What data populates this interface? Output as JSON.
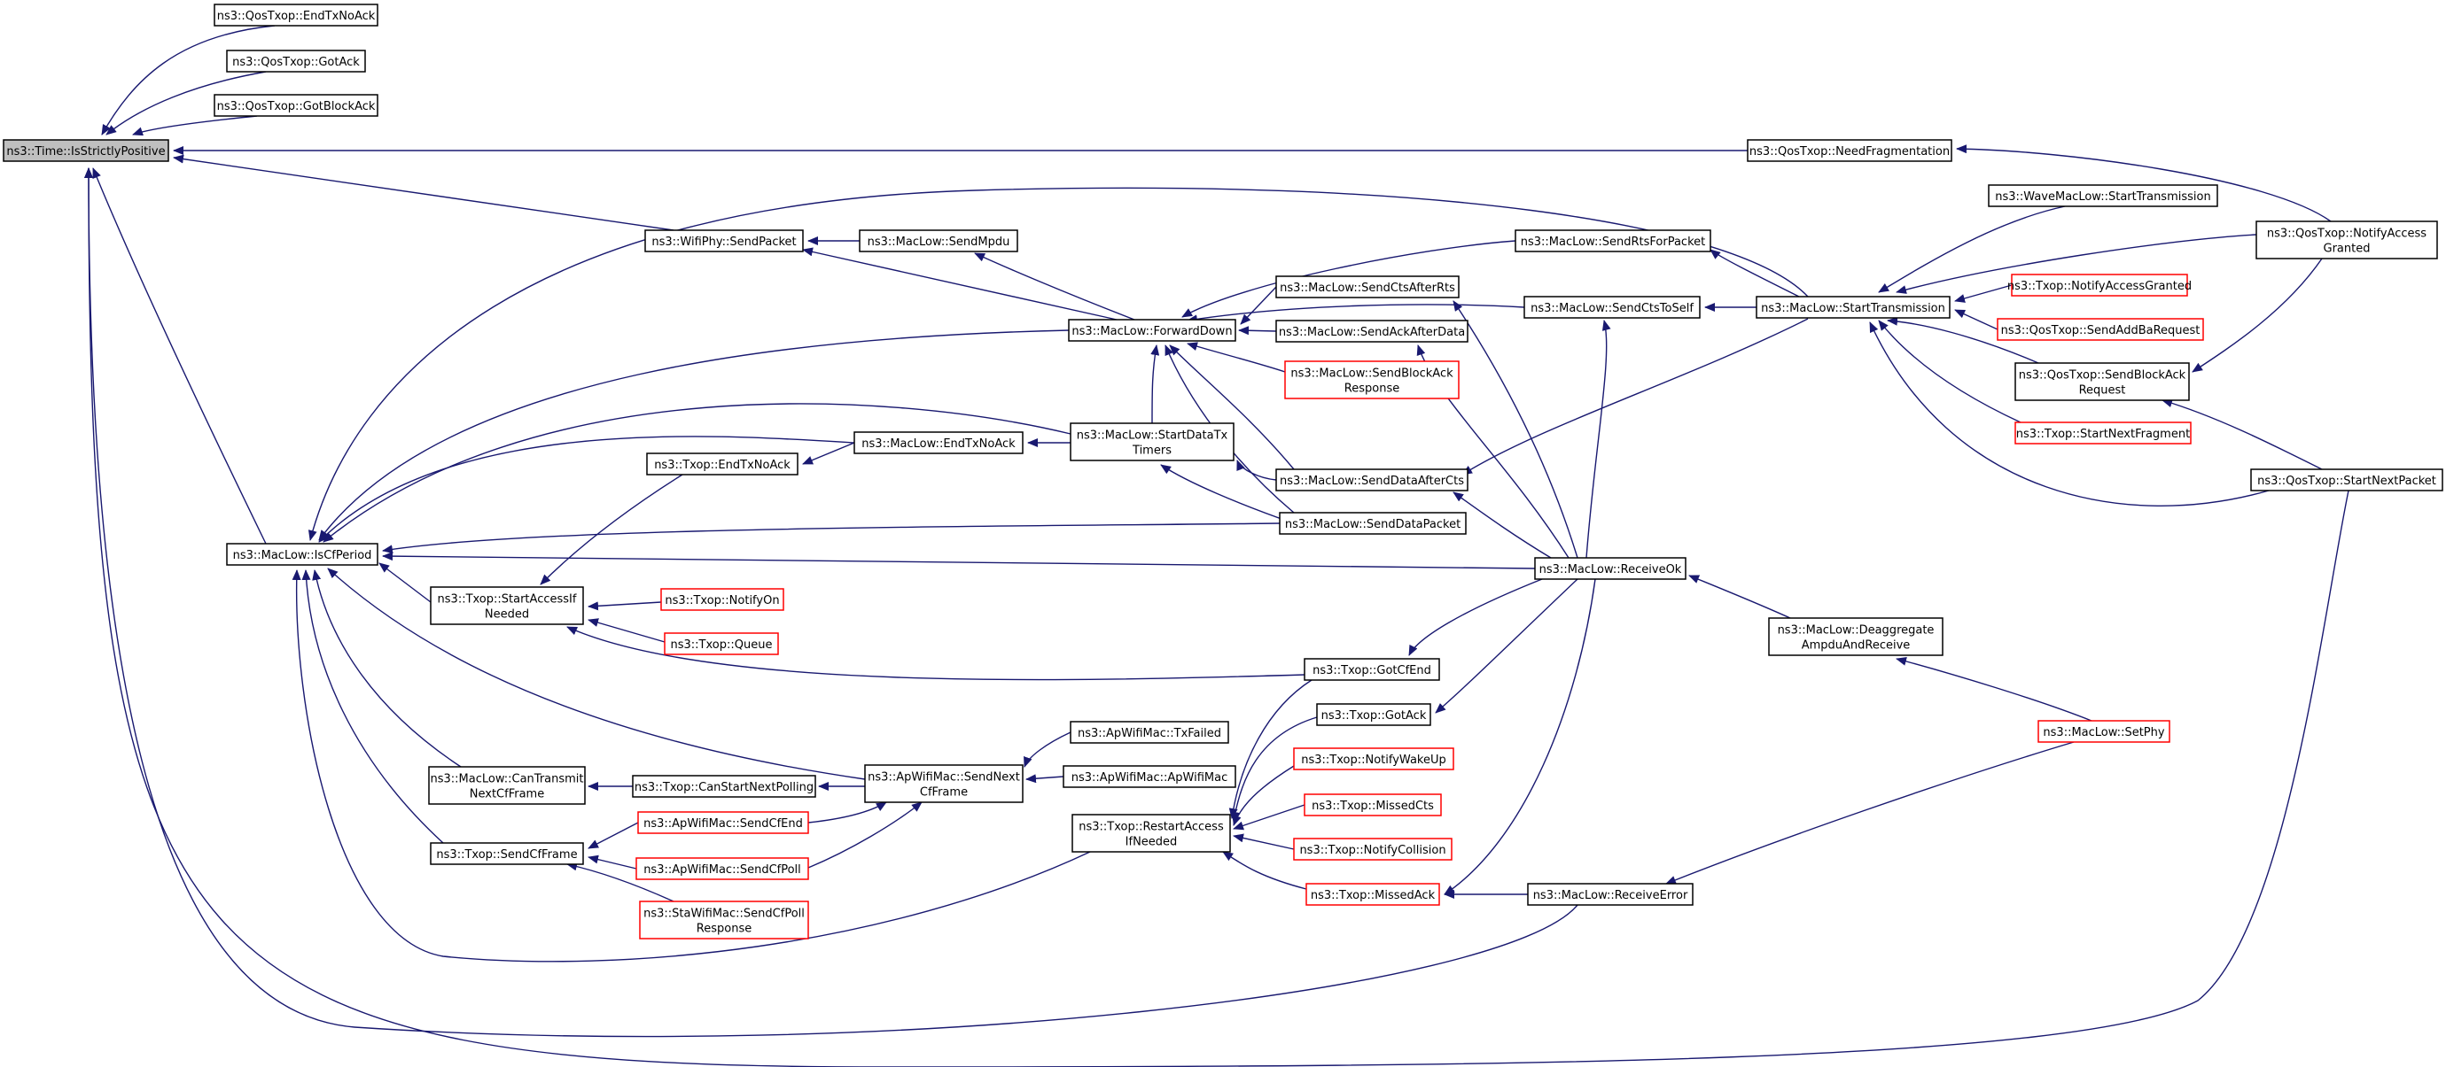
{
  "graph": {
    "kind": "doxygen-caller-graph",
    "root": "n0",
    "colors": {
      "edge": "#191970",
      "root_fill": "#bfbfbf",
      "documented_border": "#000000",
      "truncated_border": "#ff0000",
      "background": "#ffffff"
    },
    "nodes": [
      {
        "id": "n0",
        "lines": [
          "ns3::Time::IsStrictlyPositive"
        ],
        "root": true
      },
      {
        "id": "n1",
        "lines": [
          "ns3::QosTxop::EndTxNoAck"
        ]
      },
      {
        "id": "n2",
        "lines": [
          "ns3::QosTxop::GotAck"
        ]
      },
      {
        "id": "n3",
        "lines": [
          "ns3::QosTxop::GotBlockAck"
        ]
      },
      {
        "id": "n4",
        "lines": [
          "ns3::QosTxop::NeedFragmentation"
        ]
      },
      {
        "id": "n5",
        "lines": [
          "ns3::QosTxop::NotifyAccess",
          "Granted"
        ]
      },
      {
        "id": "n6",
        "lines": [
          "ns3::WaveMacLow::StartTransmission"
        ]
      },
      {
        "id": "n7",
        "lines": [
          "ns3::WifiPhy::SendPacket"
        ]
      },
      {
        "id": "n8",
        "lines": [
          "ns3::MacLow::SendMpdu"
        ]
      },
      {
        "id": "n9",
        "lines": [
          "ns3::MacLow::SendRtsForPacket"
        ]
      },
      {
        "id": "n10",
        "lines": [
          "ns3::MacLow::ForwardDown"
        ]
      },
      {
        "id": "n11",
        "lines": [
          "ns3::MacLow::SendCtsAfterRts"
        ]
      },
      {
        "id": "n12",
        "lines": [
          "ns3::MacLow::SendCtsToSelf"
        ]
      },
      {
        "id": "n13",
        "lines": [
          "ns3::MacLow::StartTransmission"
        ]
      },
      {
        "id": "n14",
        "lines": [
          "ns3::Txop::NotifyAccessGranted"
        ],
        "truncated": true
      },
      {
        "id": "n15",
        "lines": [
          "ns3::QosTxop::SendAddBaRequest"
        ],
        "truncated": true
      },
      {
        "id": "n16",
        "lines": [
          "ns3::MacLow::SendAckAfterData"
        ]
      },
      {
        "id": "n17",
        "lines": [
          "ns3::QosTxop::SendBlockAck",
          "Request"
        ]
      },
      {
        "id": "n18",
        "lines": [
          "ns3::MacLow::SendBlockAck",
          "Response"
        ],
        "truncated": true
      },
      {
        "id": "n19",
        "lines": [
          "ns3::Txop::StartNextFragment"
        ],
        "truncated": true
      },
      {
        "id": "n20",
        "lines": [
          "ns3::MacLow::EndTxNoAck"
        ]
      },
      {
        "id": "n21",
        "lines": [
          "ns3::MacLow::StartDataTx",
          "Timers"
        ]
      },
      {
        "id": "n22",
        "lines": [
          "ns3::Txop::EndTxNoAck"
        ]
      },
      {
        "id": "n23",
        "lines": [
          "ns3::MacLow::SendDataAfterCts"
        ]
      },
      {
        "id": "n24",
        "lines": [
          "ns3::QosTxop::StartNextPacket"
        ]
      },
      {
        "id": "n25",
        "lines": [
          "ns3::MacLow::SendDataPacket"
        ]
      },
      {
        "id": "n26",
        "lines": [
          "ns3::MacLow::IsCfPeriod"
        ]
      },
      {
        "id": "n27",
        "lines": [
          "ns3::MacLow::ReceiveOk"
        ]
      },
      {
        "id": "n28",
        "lines": [
          "ns3::Txop::StartAccessIf",
          "Needed"
        ]
      },
      {
        "id": "n29",
        "lines": [
          "ns3::Txop::NotifyOn"
        ],
        "truncated": true
      },
      {
        "id": "n30",
        "lines": [
          "ns3::MacLow::Deaggregate",
          "AmpduAndReceive"
        ]
      },
      {
        "id": "n31",
        "lines": [
          "ns3::Txop::Queue"
        ],
        "truncated": true
      },
      {
        "id": "n32",
        "lines": [
          "ns3::Txop::GotCfEnd"
        ]
      },
      {
        "id": "n33",
        "lines": [
          "ns3::Txop::GotAck"
        ]
      },
      {
        "id": "n34",
        "lines": [
          "ns3::ApWifiMac::TxFailed"
        ]
      },
      {
        "id": "n35",
        "lines": [
          "ns3::MacLow::SetPhy"
        ],
        "truncated": true
      },
      {
        "id": "n36",
        "lines": [
          "ns3::Txop::NotifyWakeUp"
        ],
        "truncated": true
      },
      {
        "id": "n37",
        "lines": [
          "ns3::MacLow::CanTransmit",
          "NextCfFrame"
        ]
      },
      {
        "id": "n38",
        "lines": [
          "ns3::Txop::CanStartNextPolling"
        ]
      },
      {
        "id": "n39",
        "lines": [
          "ns3::ApWifiMac::SendNext",
          "CfFrame"
        ]
      },
      {
        "id": "n40",
        "lines": [
          "ns3::ApWifiMac::ApWifiMac"
        ]
      },
      {
        "id": "n41",
        "lines": [
          "ns3::ApWifiMac::SendCfEnd"
        ],
        "truncated": true
      },
      {
        "id": "n42",
        "lines": [
          "ns3::Txop::MissedCts"
        ],
        "truncated": true
      },
      {
        "id": "n43",
        "lines": [
          "ns3::Txop::RestartAccess",
          "IfNeeded"
        ]
      },
      {
        "id": "n44",
        "lines": [
          "ns3::Txop::SendCfFrame"
        ]
      },
      {
        "id": "n45",
        "lines": [
          "ns3::ApWifiMac::SendCfPoll"
        ],
        "truncated": true
      },
      {
        "id": "n46",
        "lines": [
          "ns3::Txop::NotifyCollision"
        ],
        "truncated": true
      },
      {
        "id": "n47",
        "lines": [
          "ns3::Txop::MissedAck"
        ],
        "truncated": true
      },
      {
        "id": "n48",
        "lines": [
          "ns3::MacLow::ReceiveError"
        ]
      },
      {
        "id": "n49",
        "lines": [
          "ns3::StaWifiMac::SendCfPoll",
          "Response"
        ],
        "truncated": true
      }
    ],
    "edges": [
      [
        "n1",
        "n0"
      ],
      [
        "n2",
        "n0"
      ],
      [
        "n3",
        "n0"
      ],
      [
        "n4",
        "n0"
      ],
      [
        "n7",
        "n0"
      ],
      [
        "n26",
        "n0"
      ],
      [
        "n48",
        "n0"
      ],
      [
        "n24",
        "n0"
      ],
      [
        "n5",
        "n4"
      ],
      [
        "n8",
        "n7"
      ],
      [
        "n10",
        "n7"
      ],
      [
        "n10",
        "n8"
      ],
      [
        "n9",
        "n10"
      ],
      [
        "n12",
        "n10"
      ],
      [
        "n11",
        "n10"
      ],
      [
        "n16",
        "n10"
      ],
      [
        "n18",
        "n10"
      ],
      [
        "n21",
        "n10"
      ],
      [
        "n23",
        "n10"
      ],
      [
        "n25",
        "n10"
      ],
      [
        "n13",
        "n9"
      ],
      [
        "n13",
        "n12"
      ],
      [
        "n6",
        "n13"
      ],
      [
        "n5",
        "n13"
      ],
      [
        "n14",
        "n13"
      ],
      [
        "n15",
        "n13"
      ],
      [
        "n17",
        "n13"
      ],
      [
        "n19",
        "n13"
      ],
      [
        "n24",
        "n13"
      ],
      [
        "n5",
        "n17"
      ],
      [
        "n24",
        "n17"
      ],
      [
        "n21",
        "n20"
      ],
      [
        "n20",
        "n22"
      ],
      [
        "n23",
        "n21"
      ],
      [
        "n25",
        "n21"
      ],
      [
        "n13",
        "n26"
      ],
      [
        "n10",
        "n26"
      ],
      [
        "n20",
        "n26"
      ],
      [
        "n21",
        "n26"
      ],
      [
        "n25",
        "n26"
      ],
      [
        "n27",
        "n26"
      ],
      [
        "n28",
        "n26"
      ],
      [
        "n39",
        "n26"
      ],
      [
        "n37",
        "n26"
      ],
      [
        "n44",
        "n26"
      ],
      [
        "n43",
        "n26"
      ],
      [
        "n22",
        "n28"
      ],
      [
        "n29",
        "n28"
      ],
      [
        "n31",
        "n28"
      ],
      [
        "n32",
        "n28"
      ],
      [
        "n13",
        "n23"
      ],
      [
        "n27",
        "n11"
      ],
      [
        "n27",
        "n12"
      ],
      [
        "n27",
        "n16"
      ],
      [
        "n27",
        "n23"
      ],
      [
        "n27",
        "n32"
      ],
      [
        "n27",
        "n33"
      ],
      [
        "n27",
        "n47"
      ],
      [
        "n30",
        "n27"
      ],
      [
        "n35",
        "n30"
      ],
      [
        "n35",
        "n48"
      ],
      [
        "n48",
        "n47"
      ],
      [
        "n32",
        "n43"
      ],
      [
        "n33",
        "n43"
      ],
      [
        "n36",
        "n43"
      ],
      [
        "n42",
        "n43"
      ],
      [
        "n46",
        "n43"
      ],
      [
        "n47",
        "n43"
      ],
      [
        "n38",
        "n37"
      ],
      [
        "n39",
        "n38"
      ],
      [
        "n34",
        "n39"
      ],
      [
        "n40",
        "n39"
      ],
      [
        "n41",
        "n39"
      ],
      [
        "n45",
        "n39"
      ],
      [
        "n41",
        "n44"
      ],
      [
        "n45",
        "n44"
      ],
      [
        "n49",
        "n44"
      ]
    ]
  }
}
